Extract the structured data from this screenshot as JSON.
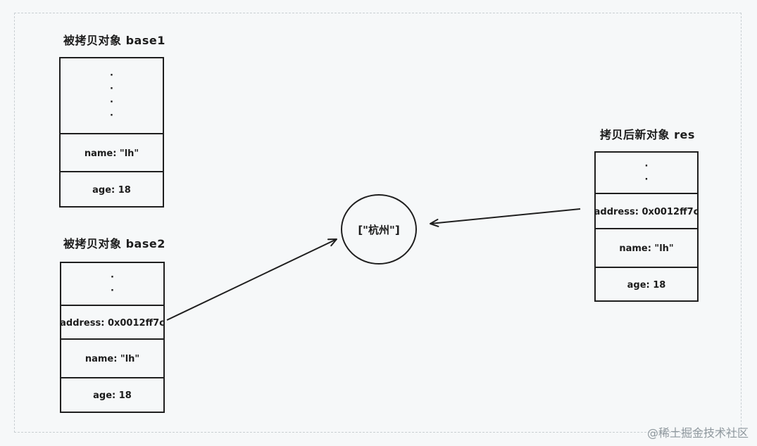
{
  "base1": {
    "title": "被拷贝对象 base1",
    "ellipsis": "·",
    "name": "name: \"lh\"",
    "age": "age: 18"
  },
  "base2": {
    "title": "被拷贝对象 base2",
    "ellipsis": "·",
    "address": "address: 0x0012ff7c",
    "name": "name: \"lh\"",
    "age": "age: 18"
  },
  "res": {
    "title": "拷贝后新对象 res",
    "ellipsis": "·",
    "address": "address: 0x0012ff7c",
    "name": "name: \"lh\"",
    "age": "age: 18"
  },
  "shared": {
    "value": "[\"杭州\"]"
  },
  "watermark": "@稀土掘金技术社区"
}
